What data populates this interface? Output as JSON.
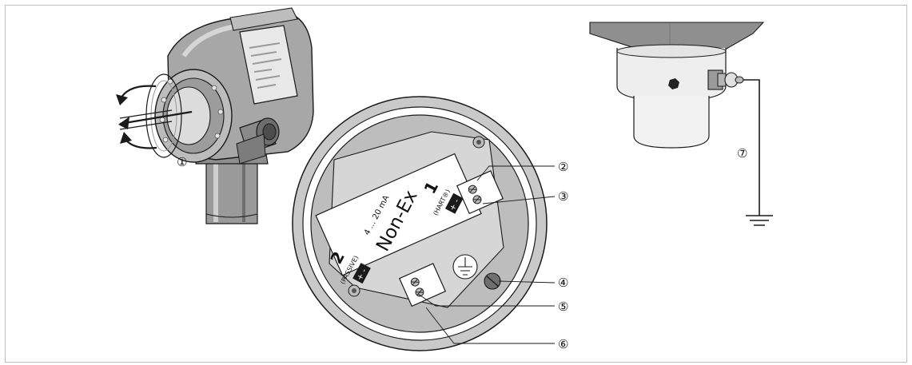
{
  "callouts": {
    "c1": "①",
    "c2": "②",
    "c3": "③",
    "c4": "④",
    "c5": "⑤",
    "c6": "⑥",
    "c7": "⑦"
  },
  "label": {
    "terminal_1_num": "1",
    "terminal_1_hart": "(HART®)",
    "terminal_1_polarity": "+ -",
    "current_range": "4 ... 20 mA",
    "non_ex": "Non-Ex",
    "terminal_2_num": "2",
    "terminal_2_passive": "(PASSIVE)",
    "terminal_2_polarity": "+ -"
  },
  "colors": {
    "housing_dark": "#8a8a8a",
    "housing_mid": "#b7b7b7",
    "housing_light": "#d9d9d9",
    "stroke": "#1a1a1a",
    "frame": "#bfbfbf"
  },
  "icons": {
    "ground_terminal": "ground-symbol-icon",
    "earth": "earth-ground-icon",
    "rotation": "rotate-arrows-icon"
  }
}
